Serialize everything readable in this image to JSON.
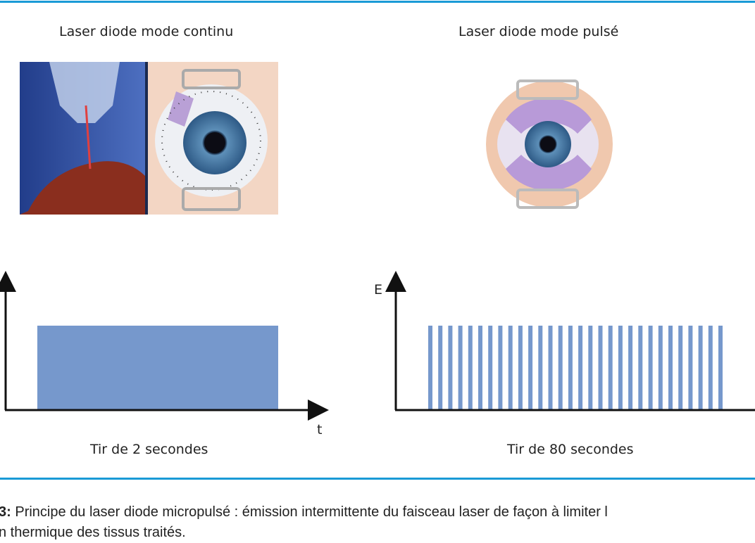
{
  "panels": [
    {
      "title": "Laser diode mode continu",
      "chart_label": "Tir de 2 secondes",
      "x_axis": "t"
    },
    {
      "title": "Laser diode mode pulsé",
      "chart_label": "Tir de 80 secondes",
      "y_axis": "E"
    }
  ],
  "caption": {
    "number": "3:",
    "line1": " Principe du laser diode micropulsé : émission intermittente du faisceau laser de façon à limiter l",
    "line2": "n thermique des tissus traités."
  },
  "colors": {
    "rule": "#1a9ad6",
    "bar": "#7698cc"
  },
  "pulse_count": 30
}
